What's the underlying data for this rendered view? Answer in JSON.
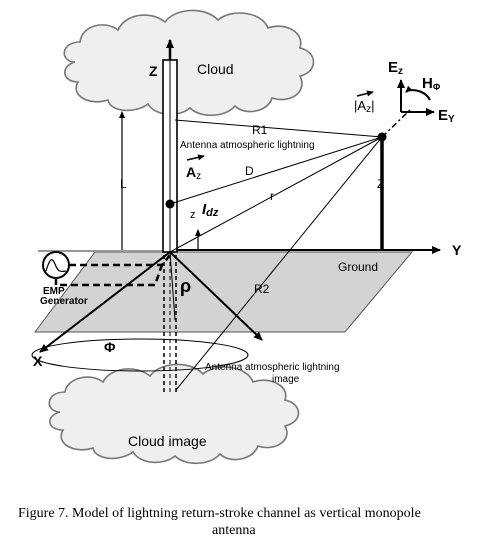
{
  "labels": {
    "cloud": "Cloud",
    "cloud_image": "Cloud image",
    "z_axis": "Z",
    "y_axis": "Y",
    "x_axis": "X",
    "ground": "Ground",
    "r1": "R1",
    "r2": "R2",
    "d": "D",
    "r": "r",
    "l": "L",
    "z_height": "Z",
    "z_small": "z",
    "az_arrow": "A",
    "az_sub": "z",
    "az_mag": "|A",
    "az_mag_sub": "z",
    "az_mag_close": "|",
    "idz_i": "I",
    "idz_sub": "dz",
    "ez": "E",
    "ez_sub": "z",
    "ey": "E",
    "ey_sub": "Y",
    "hphi": "H",
    "hphi_sub": "Φ",
    "rho": "ρ",
    "phi": "Φ",
    "antenna_top": "Antenna atmospheric lightning",
    "antenna_image_line1": "Antenna atmospheric lightning",
    "antenna_image_line2": "image",
    "emp_line1": "EMP",
    "emp_line2": "Generator"
  },
  "caption": {
    "line1": "Figure 7.  Model of lightning return-stroke channel as vertical monopole",
    "line2": "antenna"
  }
}
